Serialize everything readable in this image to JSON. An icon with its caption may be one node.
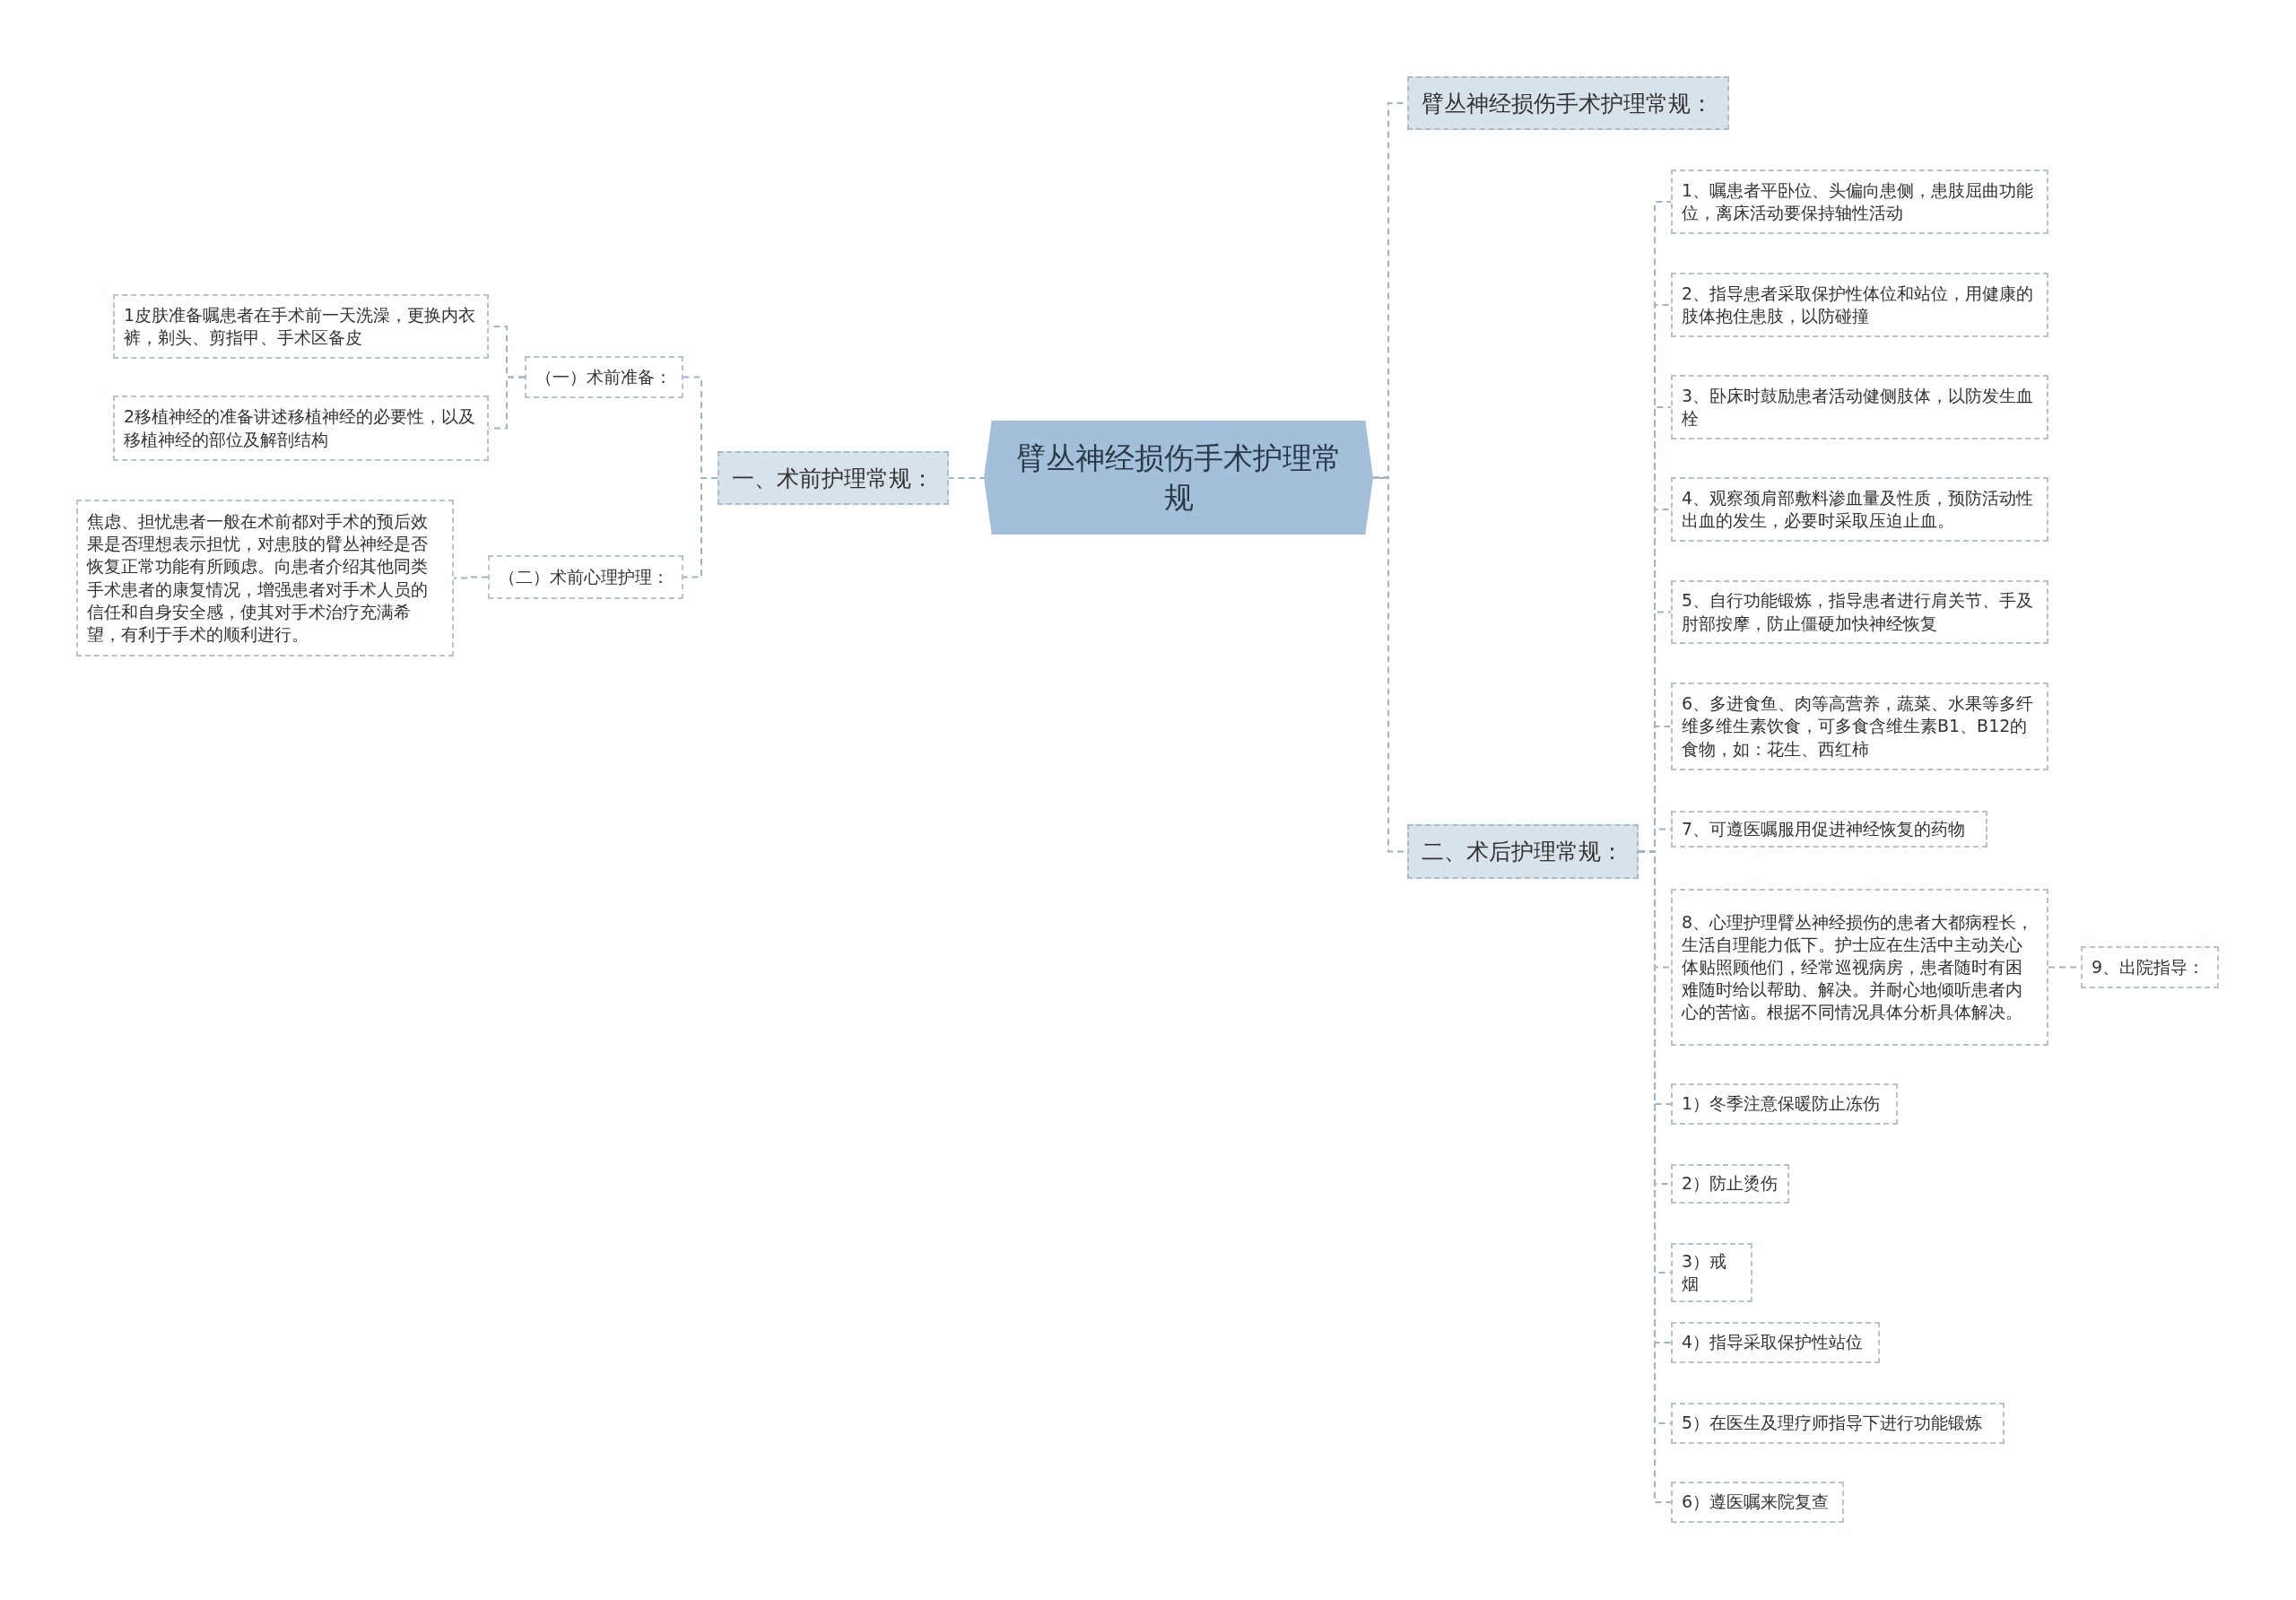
{
  "diagram": {
    "nodes": [
      {
        "text": [
          "臂丛神经损伤手术护理常规"
        ]
      },
      {
        "text": [
          "臂丛神经损伤手术护理常规："
        ]
      },
      {
        "text": [
          "一、术前护理常规："
        ]
      },
      {
        "text": [
          "（一）术前准备："
        ]
      },
      {
        "text": [
          "1皮肤准备嘱患者在手术前一天洗澡，更换内衣裤，剃头、剪指甲、手术区备皮"
        ]
      },
      {
        "text": [
          "2移植神经的准备讲述移植神经的必要性，以及移植神经的部位及解剖结构"
        ]
      },
      {
        "text": [
          "（二）术前心理护理："
        ]
      },
      {
        "text": [
          "焦虑、担忧患者一般在术前都对手术的预后效果是否理想表示担忧，对患肢的臂丛神经是否恢复正常功能有所顾虑。向患者介绍其他同类手术患者的康复情况，增强患者对手术人员的信任和自身安全感，使其对手术治疗充满希望，有利于手术的顺利进行。"
        ]
      },
      {
        "text": [
          "二、术后护理常规："
        ]
      },
      {
        "text": [
          "1、嘱患者平卧位、头偏向患侧，患肢屈曲功能位，离床活动要保持轴性活动"
        ]
      },
      {
        "text": [
          "2、指导患者采取保护性体位和站位，用健康的肢体抱住患肢，以防碰撞"
        ]
      },
      {
        "text": [
          "3、卧床时鼓励患者活动健侧肢体，以防发生血栓"
        ]
      },
      {
        "text": [
          "4、观察颈肩部敷料渗血量及性质，预防活动性出血的发生，必要时采取压迫止血。"
        ]
      },
      {
        "text": [
          "5、自行功能锻炼，指导患者进行肩关节、手及肘部按摩，防止僵硬加快神经恢复"
        ]
      },
      {
        "text": [
          "6、多进食鱼、肉等高营养，蔬菜、水果等多纤维多维生素饮食，可多食含维生素B1、B12的食物，如：花生、西红柿"
        ]
      },
      {
        "text": [
          "7、可遵医嘱服用促进神经恢复的药物"
        ]
      },
      {
        "text": [
          "8、心理护理臂丛神经损伤的患者大都病程长，生活自理能力低下。护士应在生活中主动关心体贴照顾他们，经常巡视病房，患者随时有困难随时给以帮助、解决。并耐心地倾听患者内心的苦恼。根据不同情况具体分析具体解决。"
        ]
      },
      {
        "text": [
          "9、出院指导："
        ]
      },
      {
        "text": [
          "1）冬季注意保暖防止冻伤"
        ]
      },
      {
        "text": [
          "2）防止烫伤"
        ]
      },
      {
        "text": [
          "3）戒烟"
        ]
      },
      {
        "text": [
          "4）指导采取保护性站位"
        ]
      },
      {
        "text": [
          "5）在医生及理疗师指导下进行功能锻炼"
        ]
      },
      {
        "text": [
          "6）遵医嘱来院复查"
        ]
      }
    ],
    "edges": [
      {
        "from": 0,
        "to": 1,
        "arrow": "none"
      },
      {
        "from": 0,
        "to": 2,
        "arrow": "none"
      },
      {
        "from": 2,
        "to": 3,
        "arrow": "none"
      },
      {
        "from": 3,
        "to": 4,
        "arrow": "none"
      },
      {
        "from": 3,
        "to": 5,
        "arrow": "none"
      },
      {
        "from": 2,
        "to": 6,
        "arrow": "none"
      },
      {
        "from": 6,
        "to": 7,
        "arrow": "none"
      },
      {
        "from": 0,
        "to": 8,
        "arrow": "none"
      },
      {
        "from": 8,
        "to": 9,
        "arrow": "none"
      },
      {
        "from": 8,
        "to": 10,
        "arrow": "none"
      },
      {
        "from": 8,
        "to": 11,
        "arrow": "none"
      },
      {
        "from": 8,
        "to": 12,
        "arrow": "none"
      },
      {
        "from": 8,
        "to": 13,
        "arrow": "none"
      },
      {
        "from": 8,
        "to": 14,
        "arrow": "none"
      },
      {
        "from": 8,
        "to": 15,
        "arrow": "none"
      },
      {
        "from": 8,
        "to": 16,
        "arrow": "none"
      },
      {
        "from": 16,
        "to": 17,
        "arrow": "none"
      },
      {
        "from": 8,
        "to": 18,
        "arrow": "none"
      },
      {
        "from": 8,
        "to": 19,
        "arrow": "none"
      },
      {
        "from": 8,
        "to": 20,
        "arrow": "none"
      },
      {
        "from": 8,
        "to": 21,
        "arrow": "none"
      },
      {
        "from": 8,
        "to": 22,
        "arrow": "none"
      },
      {
        "from": 8,
        "to": 23,
        "arrow": "none"
      }
    ]
  }
}
